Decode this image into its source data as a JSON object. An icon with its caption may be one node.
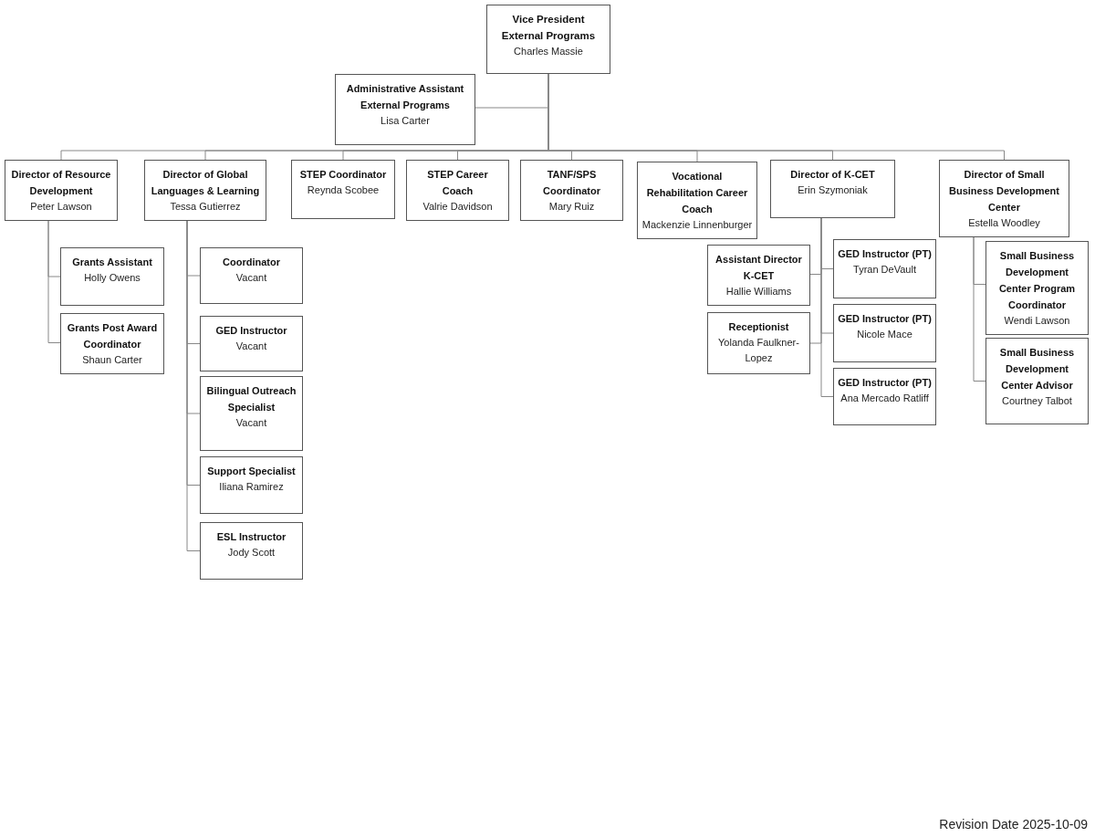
{
  "diagram": {
    "nodes": [
      {
        "text": [
          "Vice President External Programs",
          "Charles Massie"
        ]
      },
      {
        "text": [
          "Administrative Assistant External Programs",
          "Lisa Carter"
        ]
      },
      {
        "text": [
          "Director of Resource Development",
          "Peter Lawson"
        ]
      },
      {
        "text": [
          "Director of Global Languages & Learning",
          "Tessa Gutierrez"
        ]
      },
      {
        "text": [
          "STEP Coordinator",
          "Reynda Scobee"
        ]
      },
      {
        "text": [
          "STEP Career Coach",
          "Valrie Davidson"
        ]
      },
      {
        "text": [
          "TANF/SPS Coordinator",
          "Mary Ruiz"
        ]
      },
      {
        "text": [
          "Vocational Rehabilitation Career Coach",
          "Mackenzie Linnenburger"
        ]
      },
      {
        "text": [
          "Director of K-CET",
          "Erin Szymoniak"
        ]
      },
      {
        "text": [
          "Director of Small Business Development Center",
          "Estella Woodley"
        ]
      },
      {
        "text": [
          "Grants Assistant",
          "Holly Owens"
        ]
      },
      {
        "text": [
          "Grants Post Award Coordinator",
          "Shaun Carter"
        ]
      },
      {
        "text": [
          "Coordinator",
          "Vacant"
        ]
      },
      {
        "text": [
          "GED Instructor",
          "Vacant"
        ]
      },
      {
        "text": [
          "Bilingual Outreach Specialist",
          "Vacant"
        ]
      },
      {
        "text": [
          "Support Specialist",
          "Iliana Ramirez"
        ]
      },
      {
        "text": [
          "ESL Instructor",
          "Jody Scott"
        ]
      },
      {
        "text": [
          "Assistant Director K-CET",
          "Hallie Williams"
        ]
      },
      {
        "text": [
          "Receptionist",
          "Yolanda Faulkner-Lopez"
        ]
      },
      {
        "text": [
          "GED Instructor (PT)",
          "Tyran DeVault"
        ]
      },
      {
        "text": [
          "GED Instructor (PT)",
          "Nicole Mace"
        ]
      },
      {
        "text": [
          "GED Instructor (PT)",
          "Ana Mercado Ratliff"
        ]
      },
      {
        "text": [
          "Small Business Development Center Program Coordinator",
          "Wendi Lawson"
        ]
      },
      {
        "text": [
          "Small Business Development Center Advisor",
          "Courtney Talbot"
        ]
      }
    ],
    "edges": [
      {
        "from": 0,
        "to": 1,
        "arrow": "none"
      },
      {
        "from": 0,
        "to": 2,
        "arrow": "none"
      },
      {
        "from": 0,
        "to": 3,
        "arrow": "none"
      },
      {
        "from": 0,
        "to": 4,
        "arrow": "none"
      },
      {
        "from": 0,
        "to": 5,
        "arrow": "none"
      },
      {
        "from": 0,
        "to": 6,
        "arrow": "none"
      },
      {
        "from": 0,
        "to": 7,
        "arrow": "none"
      },
      {
        "from": 0,
        "to": 8,
        "arrow": "none"
      },
      {
        "from": 0,
        "to": 9,
        "arrow": "none"
      },
      {
        "from": 2,
        "to": 10,
        "arrow": "none"
      },
      {
        "from": 2,
        "to": 11,
        "arrow": "none"
      },
      {
        "from": 3,
        "to": 12,
        "arrow": "none"
      },
      {
        "from": 3,
        "to": 13,
        "arrow": "none"
      },
      {
        "from": 3,
        "to": 14,
        "arrow": "none"
      },
      {
        "from": 3,
        "to": 15,
        "arrow": "none"
      },
      {
        "from": 3,
        "to": 16,
        "arrow": "none"
      },
      {
        "from": 8,
        "to": 17,
        "arrow": "none"
      },
      {
        "from": 8,
        "to": 18,
        "arrow": "none"
      },
      {
        "from": 8,
        "to": 19,
        "arrow": "none"
      },
      {
        "from": 8,
        "to": 20,
        "arrow": "none"
      },
      {
        "from": 8,
        "to": 21,
        "arrow": "none"
      },
      {
        "from": 9,
        "to": 22,
        "arrow": "none"
      },
      {
        "from": 9,
        "to": 23,
        "arrow": "none"
      }
    ],
    "labels": [
      "Revision Date 2025-10-09"
    ]
  }
}
